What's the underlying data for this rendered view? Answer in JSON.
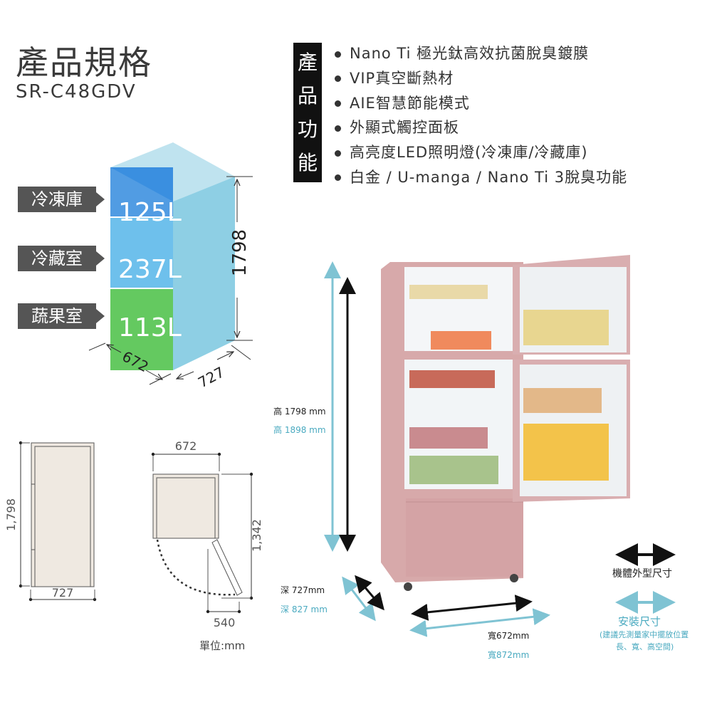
{
  "header": {
    "title": "產品規格",
    "model": "SR-C48GDV"
  },
  "features": {
    "heading_chars": [
      "產",
      "品",
      "功",
      "能"
    ],
    "items": [
      "Nano Ti 極光鈦高效抗菌脫臭鍍膜",
      "VIP真空斷熱材",
      "AIE智慧節能模式",
      "外顯式觸控面板",
      "高亮度LED照明燈(冷凍庫/冷藏庫)",
      "白金 / U-manga / Nano Ti  3脫臭功能"
    ]
  },
  "capacity": {
    "compartments": [
      {
        "name": "冷凍庫",
        "volume": "125L",
        "color": "#3a8fe0"
      },
      {
        "name": "冷藏室",
        "volume": "237L",
        "color": "#5ab8ea"
      },
      {
        "name": "蔬果室",
        "volume": "113L",
        "color": "#4fc24a"
      }
    ],
    "height": "1798",
    "width": "672",
    "depth": "727"
  },
  "drawings": {
    "side_height": "1,798",
    "side_depth": "727",
    "top_width": "672",
    "top_depth_open": "1,342",
    "door_clearance": "540",
    "unit": "單位:mm"
  },
  "dimensions": {
    "height_body": "高 1798 mm",
    "height_install": "高 1898 mm",
    "depth_body": "深 727mm",
    "depth_install": "深 827 mm",
    "width_body": "寬672mm",
    "width_install": "寬872mm"
  },
  "legend": {
    "body_label": "機體外型尺寸",
    "install_label": "安裝尺寸",
    "install_note_1": "(建議先測量家中擺放位置",
    "install_note_2": "長、寬、高空間)",
    "body_color": "#111111",
    "install_color": "#7fc3d3"
  }
}
